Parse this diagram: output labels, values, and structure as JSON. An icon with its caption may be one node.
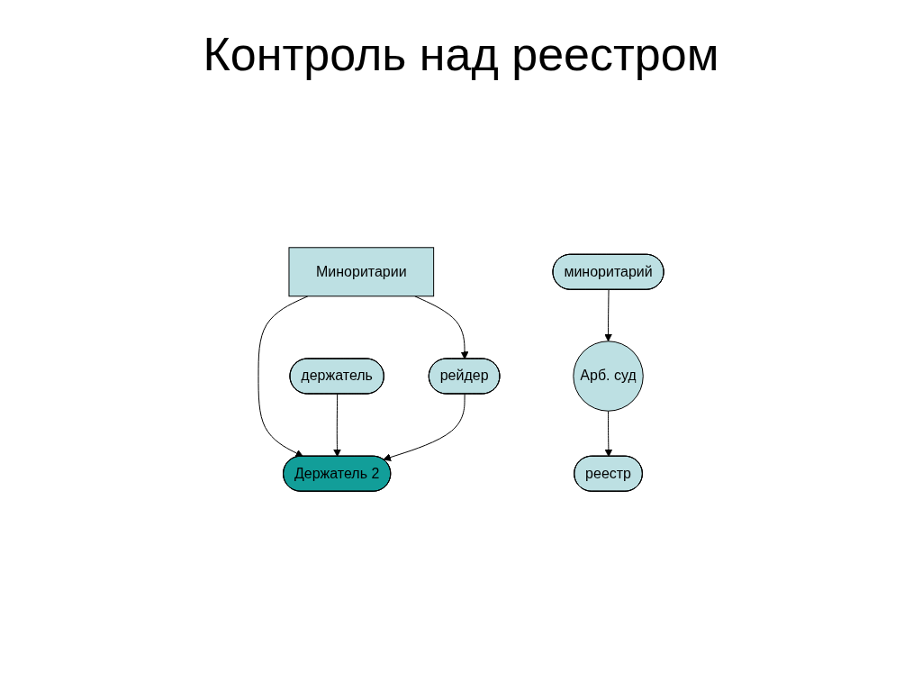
{
  "diagram": {
    "title": "Контроль над реестром",
    "nodes": [
      {
        "text": [
          "Миноритарии"
        ]
      },
      {
        "text": [
          "миноритарий"
        ]
      },
      {
        "text": [
          "Арб. суд"
        ]
      },
      {
        "text": [
          "Держатель 2"
        ]
      },
      {
        "text": [
          "держатель"
        ]
      },
      {
        "text": [
          "рейдер"
        ]
      },
      {
        "text": [
          "реестр"
        ]
      }
    ],
    "edges": [
      {
        "from": 0,
        "to": 5,
        "arrow": "to"
      },
      {
        "from": 0,
        "to": 3,
        "arrow": "to"
      },
      {
        "from": 1,
        "to": 2,
        "arrow": "to"
      },
      {
        "from": 2,
        "to": 6,
        "arrow": "to"
      },
      {
        "from": 4,
        "to": 3,
        "arrow": "to"
      },
      {
        "from": 5,
        "to": 3,
        "arrow": "to"
      }
    ]
  }
}
